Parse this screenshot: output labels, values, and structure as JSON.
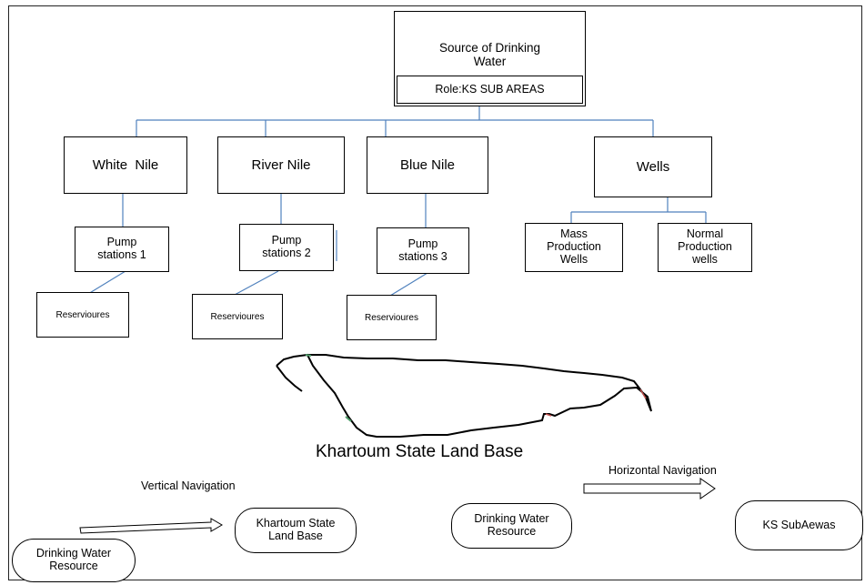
{
  "root": {
    "title": "Source of Drinking Water",
    "role": "Role:KS SUB AREAS"
  },
  "sources": [
    {
      "label": "White  Nile"
    },
    {
      "label": "River Nile"
    },
    {
      "label": "Blue Nile"
    },
    {
      "label": "Wells"
    }
  ],
  "pump_stations": [
    {
      "label": "Pump stations 1"
    },
    {
      "label": "Pump stations 2"
    },
    {
      "label": "Pump stations 3"
    }
  ],
  "reservoirs": [
    {
      "label": "Reservioures"
    },
    {
      "label": "Reservioures"
    },
    {
      "label": "Reservioures"
    }
  ],
  "wells": [
    {
      "label": "Mass Production Wells"
    },
    {
      "label": "Normal Production wells"
    }
  ],
  "map_caption": "Khartoum State Land Base",
  "navigation": {
    "vertical_label": "Vertical Navigation",
    "horizontal_label": "Horizontal Navigation",
    "vertical_from": "Drinking Water Resource",
    "vertical_to": "Khartoum State Land Base",
    "horizontal_from": "Drinking Water Resource",
    "horizontal_to": "KS SubAewas"
  },
  "colors": {
    "connector": "#4f81bd",
    "outline": "#000000",
    "map_accent": "#c0504d"
  }
}
